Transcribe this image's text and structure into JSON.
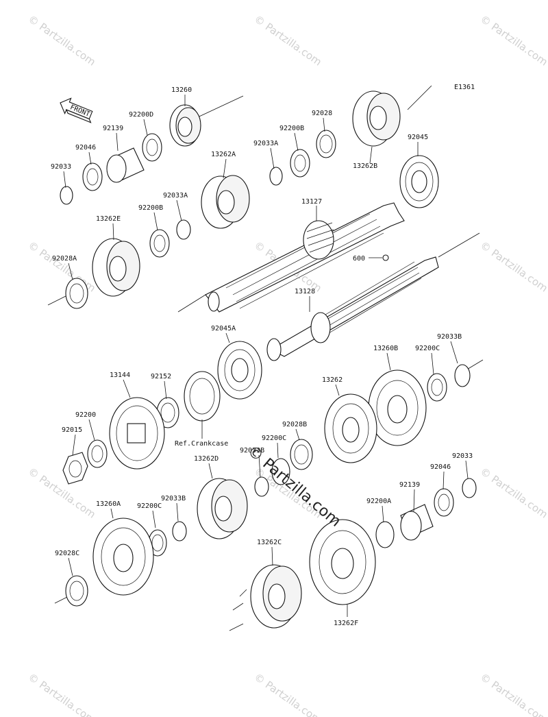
{
  "diagram": {
    "code": "E1361",
    "front_label": "FRONT",
    "ref_label": "Ref.Crankcase",
    "watermark_text": "© Partzilla.com",
    "center_watermark": "© Partzilla.com",
    "part_numbers": [
      "13260",
      "92200D",
      "92139",
      "92046",
      "92033",
      "92028",
      "92200B",
      "92033A",
      "13262A",
      "13262B",
      "92045",
      "13262E",
      "92200B",
      "92033A",
      "92028A",
      "13127",
      "600",
      "13128",
      "92045A",
      "92033B",
      "92200C",
      "13260B",
      "13144",
      "92152",
      "92200",
      "92015",
      "13262",
      "92028B",
      "92200C",
      "92033B",
      "13262D",
      "92033",
      "92046",
      "92139",
      "92200A",
      "13260A",
      "92200C",
      "92033B",
      "92028C",
      "13262C",
      "13262F"
    ]
  },
  "colors": {
    "ink": "#111111",
    "watermark": "#d0d0d0",
    "background": "#ffffff"
  }
}
